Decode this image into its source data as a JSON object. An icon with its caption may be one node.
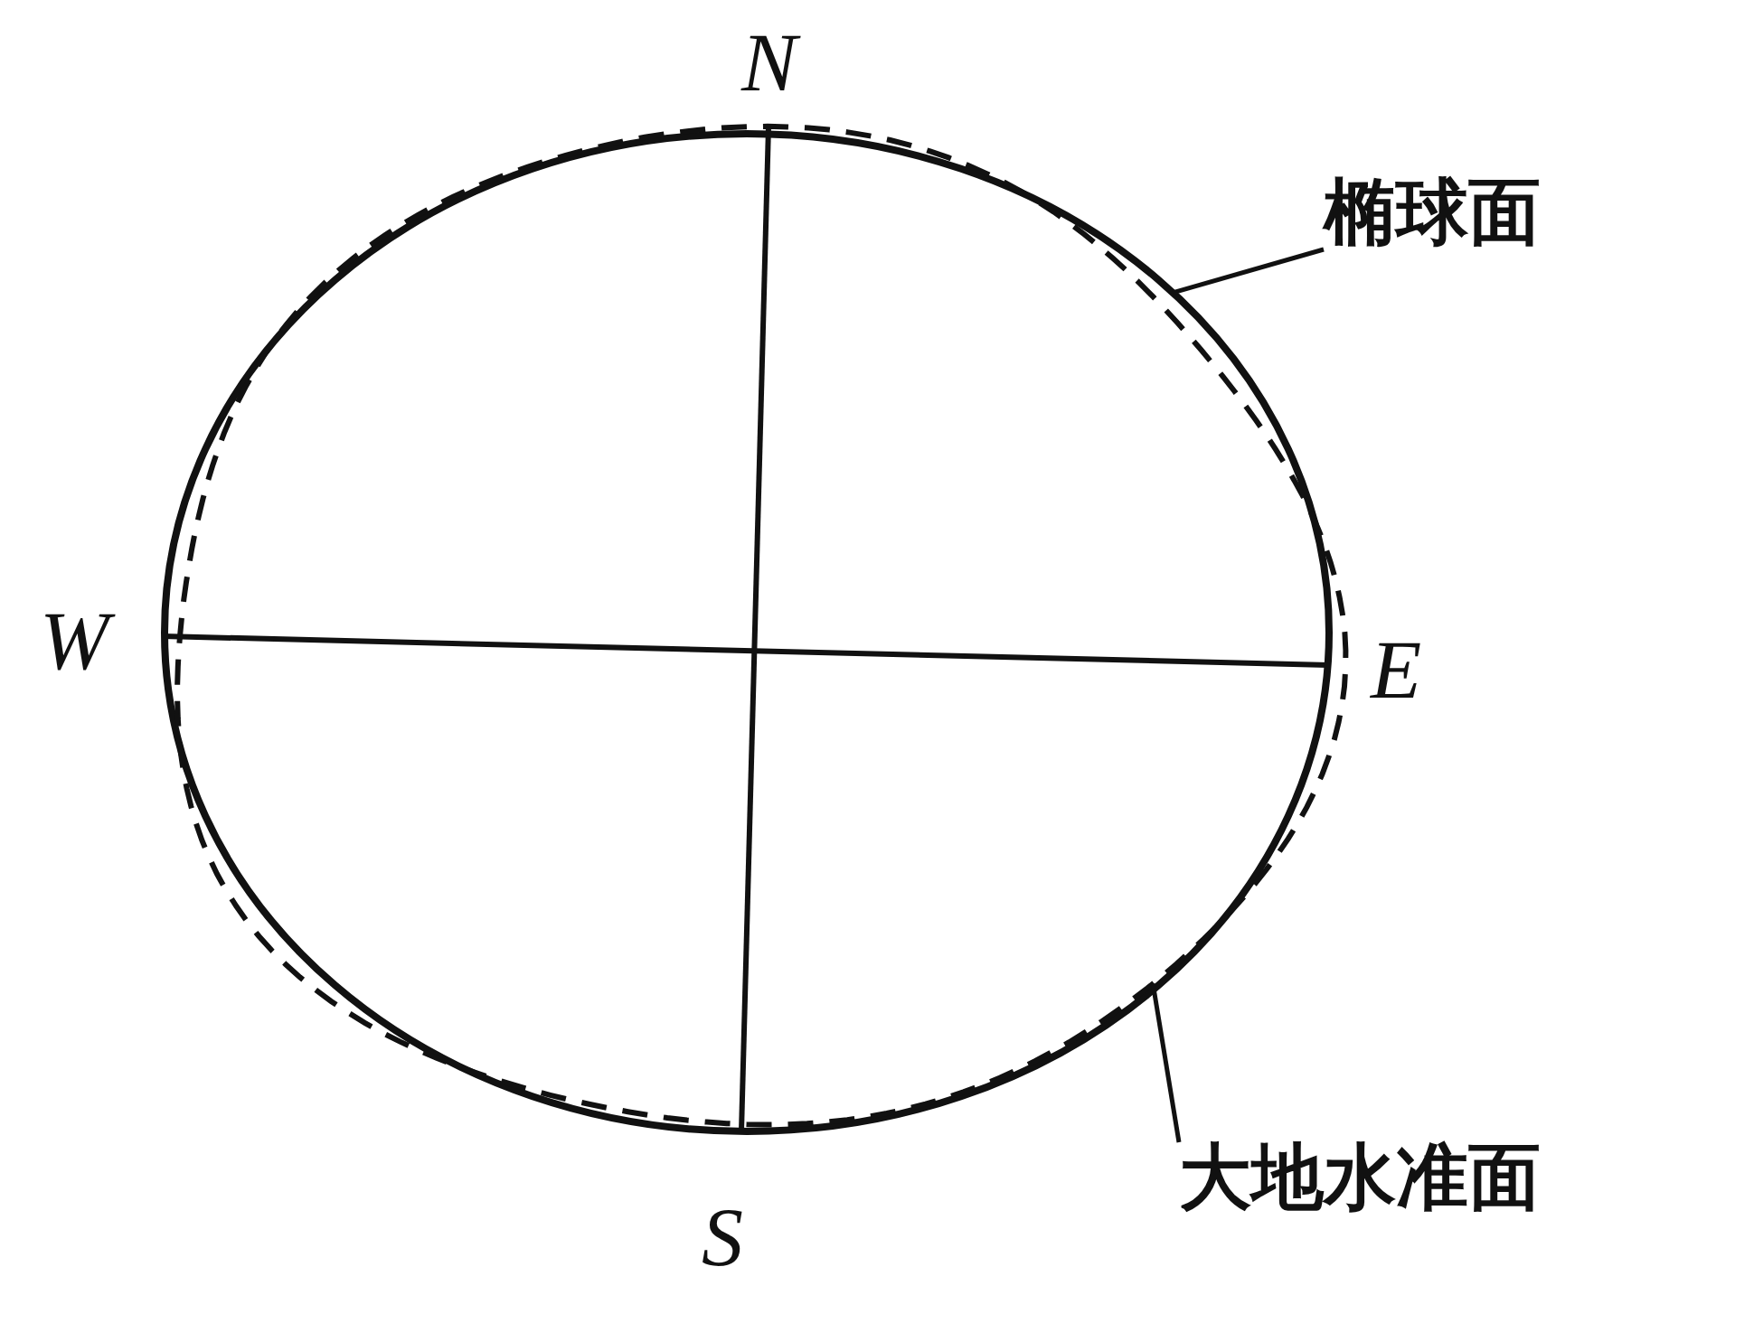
{
  "diagram": {
    "nodes": [
      {
        "text": [
          "椭球面"
        ]
      },
      {
        "text": [],
        "shape": "ellipse"
      },
      {
        "text": [
          "大地水准面"
        ]
      },
      {
        "text": [],
        "shape": "curve"
      }
    ],
    "edges": [
      {
        "from": 0,
        "to": 1,
        "arrow": "none"
      },
      {
        "from": 2,
        "to": 3,
        "arrow": "none"
      }
    ],
    "labels": [
      "N",
      "W",
      "E",
      "S"
    ]
  }
}
